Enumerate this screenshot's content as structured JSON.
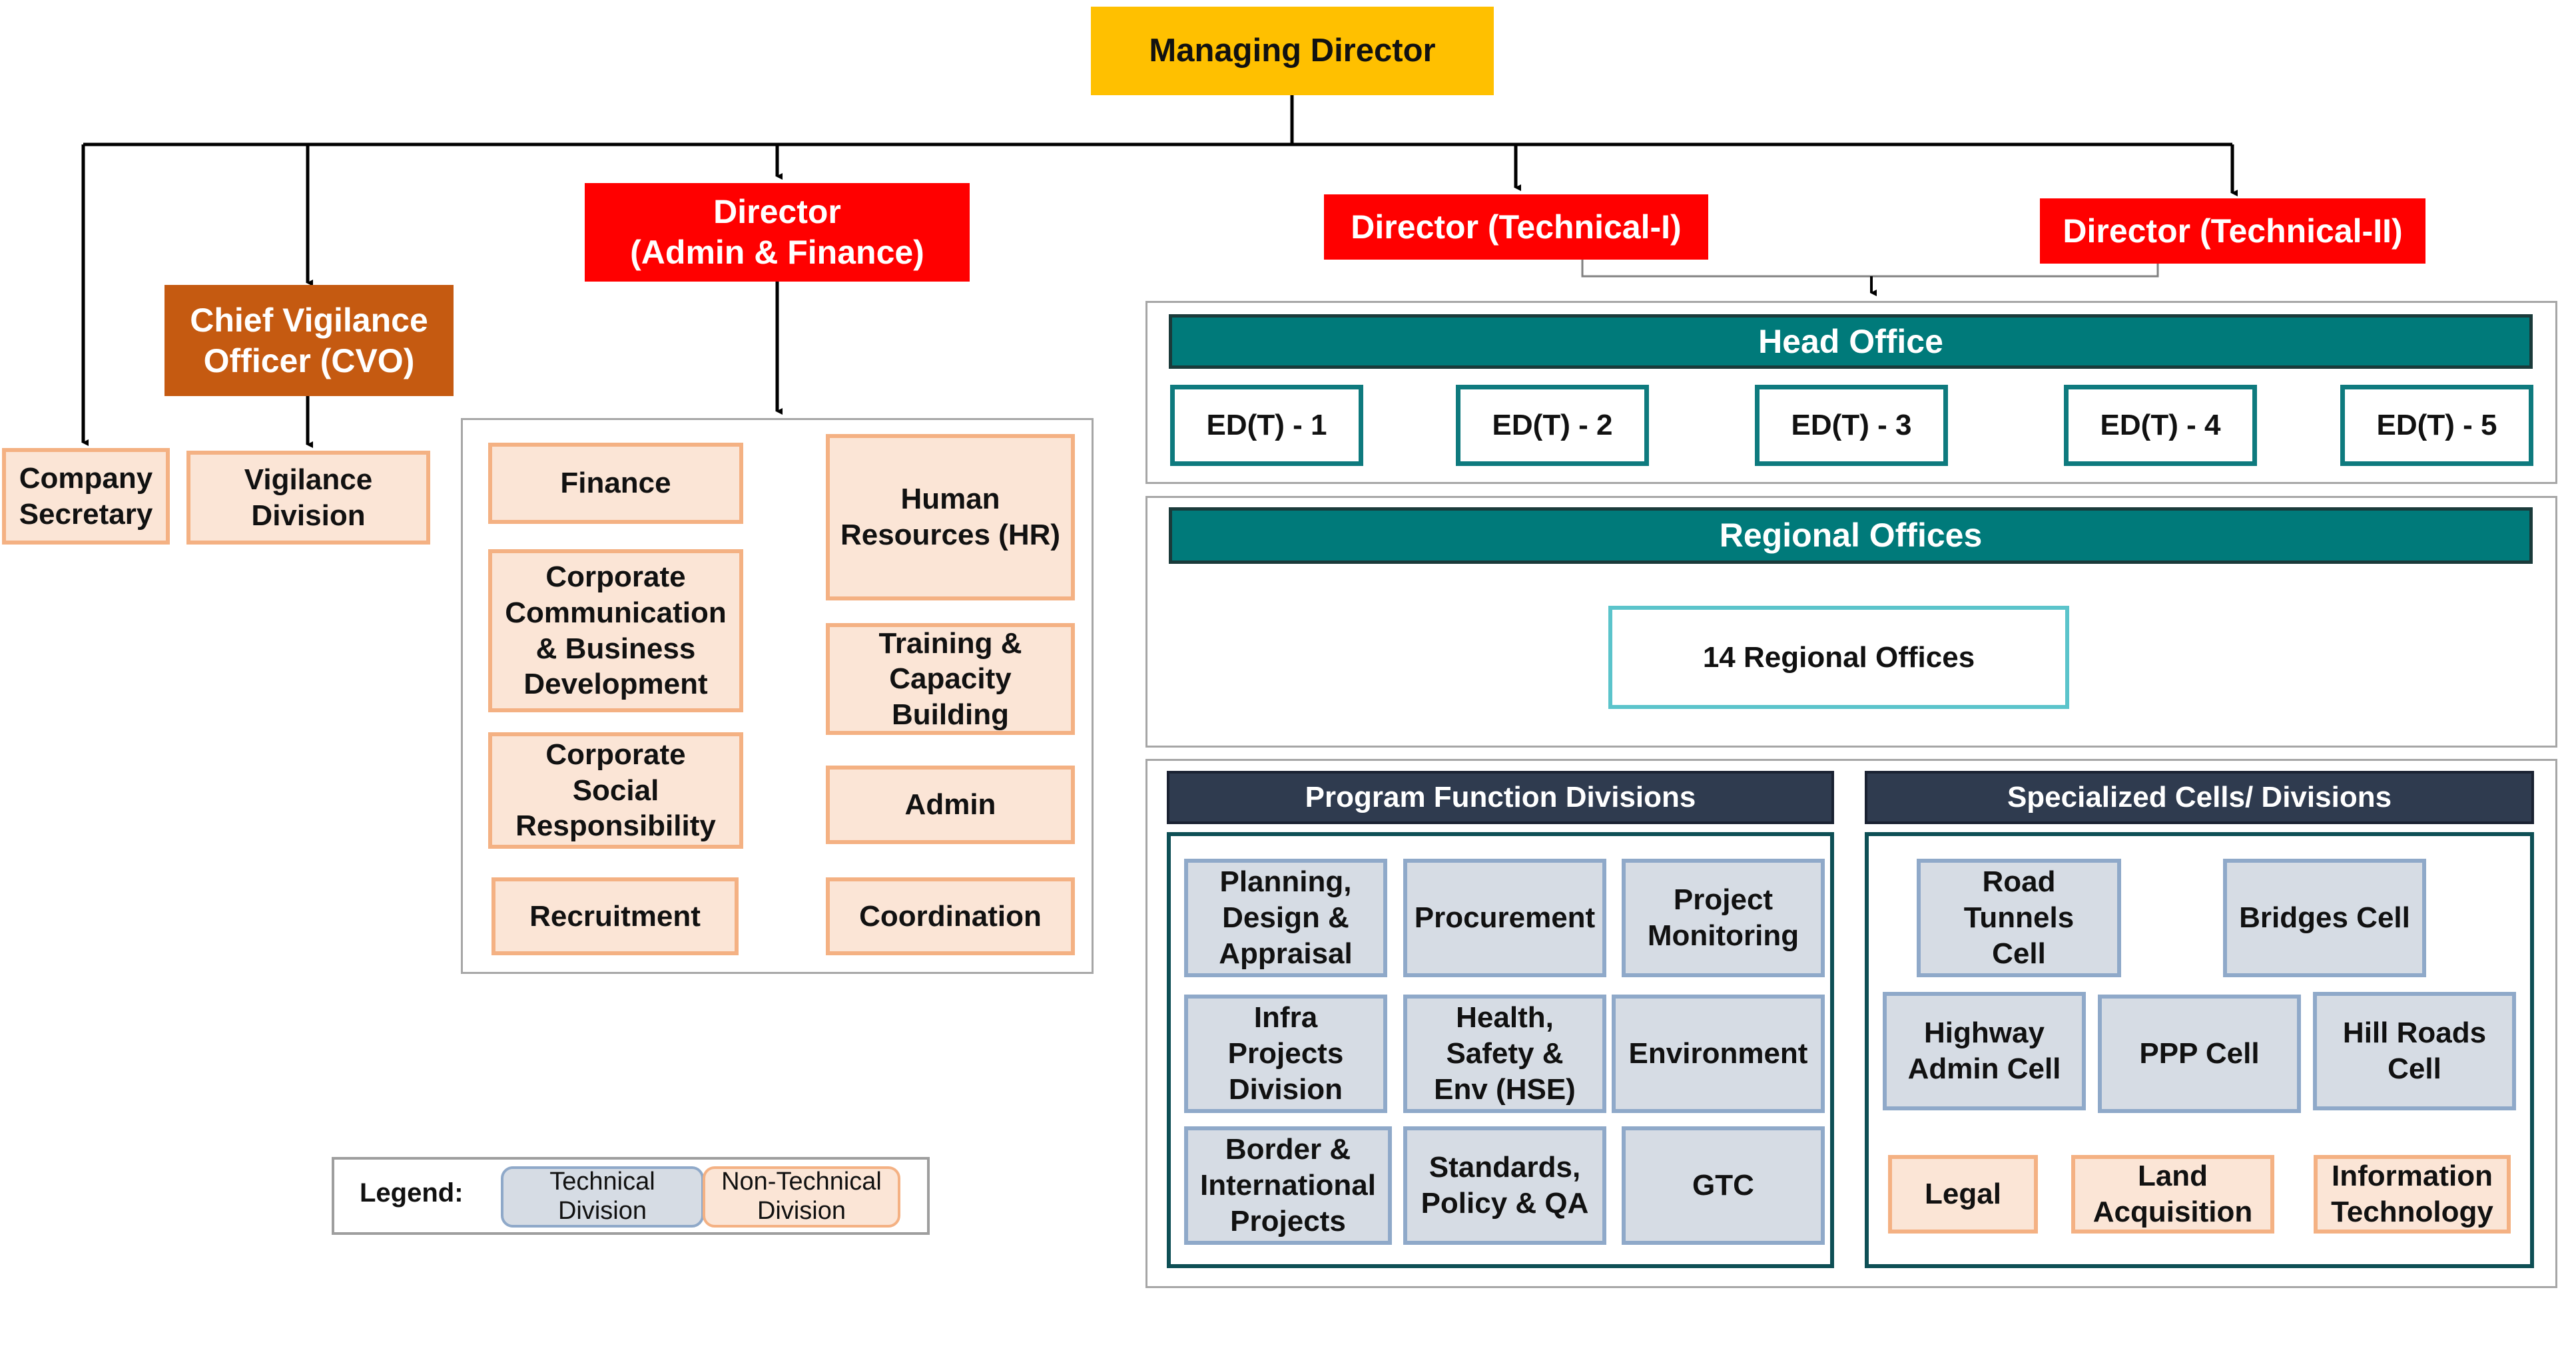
{
  "managing_director": "Managing Director",
  "directors": {
    "admin_finance": "Director\n(Admin & Finance)",
    "technical_1": "Director (Technical-I)",
    "technical_2": "Director (Technical-II)"
  },
  "cvo": "Chief Vigilance\nOfficer (CVO)",
  "company_secretary": "Company\nSecretary",
  "vigilance_division": "Vigilance\nDivision",
  "admin_units": {
    "finance": "Finance",
    "human_resources": "Human\nResources (HR)",
    "corp_comm": "Corporate\nCommunication\n& Business\nDevelopment",
    "training": "Training &\nCapacity\nBuilding",
    "csr": "Corporate\nSocial\nResponsibility",
    "admin": "Admin",
    "recruitment": "Recruitment",
    "coordination": "Coordination"
  },
  "head_office": {
    "title": "Head Office",
    "eds": [
      "ED(T) - 1",
      "ED(T) - 2",
      "ED(T) - 3",
      "ED(T) - 4",
      "ED(T) - 5"
    ]
  },
  "regional_offices": {
    "title": "Regional Offices",
    "count_label": "14 Regional Offices"
  },
  "program_function_divisions": {
    "title": "Program Function Divisions",
    "items": [
      "Planning,\nDesign &\nAppraisal",
      "Procurement",
      "Project\nMonitoring",
      "Infra\nProjects\nDivision",
      "Health,\nSafety &\nEnv (HSE)",
      "Environment",
      "Border &\nInternational\nProjects",
      "Standards,\nPolicy & QA",
      "GTC"
    ]
  },
  "specialized_cells": {
    "title": "Specialized Cells/ Divisions",
    "technical": [
      "Road\nTunnels\nCell",
      "Bridges Cell",
      "Highway\nAdmin Cell",
      "PPP Cell",
      "Hill Roads\nCell"
    ],
    "non_technical": [
      "Legal",
      "Land\nAcquisition",
      "Information\nTechnology"
    ]
  },
  "legend": {
    "label": "Legend:",
    "technical": "Technical\nDivision",
    "non_technical": "Non-Technical\nDivision"
  },
  "colors": {
    "managing_director": "#FFC000",
    "director": "#FF0000",
    "cvo": "#C55A11",
    "non_technical_fill": "#FBE5D6",
    "non_technical_border": "#F4B183",
    "technical_fill": "#D6DCE4",
    "technical_border": "#8FA9C9",
    "header_teal": "#007A7A",
    "header_dark": "#2F3B4F"
  }
}
